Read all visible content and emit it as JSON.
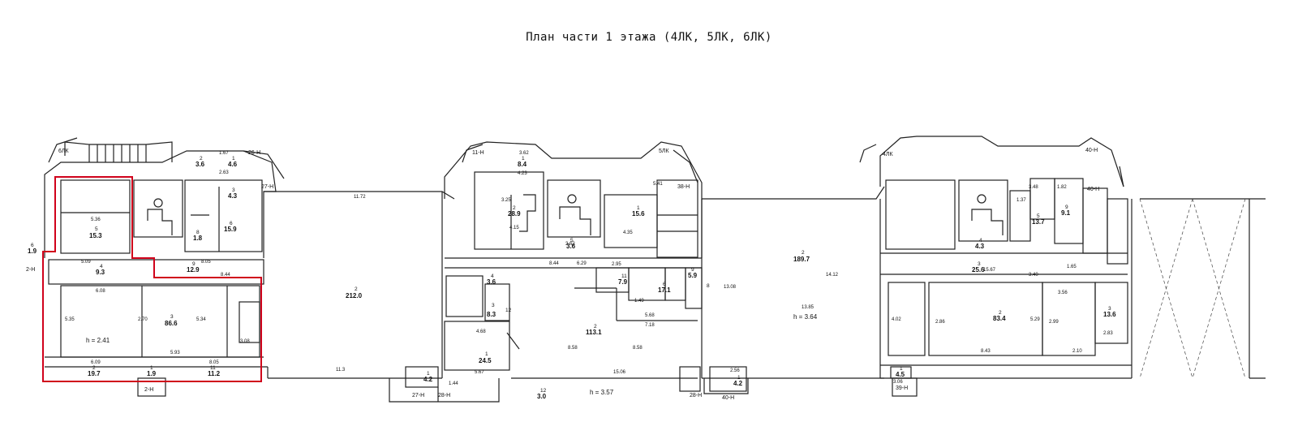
{
  "title": "План части 1 этажа (4ЛК, 5ЛК, 6ЛК)",
  "highlight_color": "#d0021b",
  "line_color": "#222222",
  "stairs": [
    {
      "id": "6lk",
      "label": "6ЛК"
    },
    {
      "id": "5lk",
      "label": "5ЛК"
    },
    {
      "id": "4lk",
      "label": "4ЛК"
    }
  ],
  "exits": {
    "e2h_left": "2-Н",
    "e2h_bottom": "2-Н",
    "e26h": "26-Н",
    "e27h_top": "27-Н",
    "e11h": "11-Н",
    "e38h": "38-Н",
    "e27h_bottom": "27-Н",
    "e28h_a": "28-Н",
    "e28h_b": "28-Н",
    "e40h_bottom": "40-Н",
    "e40h_top": "40-Н",
    "e40h_right": "40-Н",
    "e39h": "39-Н"
  },
  "rooms": {
    "r5": {
      "num": "5",
      "area": "15.3"
    },
    "r4a": {
      "num": "4",
      "area": "9.3"
    },
    "r3a": {
      "num": "3",
      "area": "86.6"
    },
    "r2a": {
      "num": "2",
      "area": "19.7"
    },
    "r1a": {
      "num": "1",
      "area": "1.9"
    },
    "r11a": {
      "num": "11",
      "area": "11.2"
    },
    "r9a": {
      "num": "9",
      "area": "12.9"
    },
    "r6a": {
      "num": "6",
      "area": "15.9"
    },
    "r3b": {
      "num": "3",
      "area": "4.3"
    },
    "r2b": {
      "num": "2",
      "area": "3.6"
    },
    "r1b": {
      "num": "1",
      "area": "4.6"
    },
    "r8a": {
      "num": "8",
      "area": "1.8"
    },
    "r6b": {
      "num": "6",
      "area": "1.9"
    },
    "rbig1": {
      "num": "2",
      "area": "212.0"
    },
    "r2c": {
      "num": "2",
      "area": "28.9"
    },
    "r1c": {
      "num": "1",
      "area": "8.4"
    },
    "r5b": {
      "num": "5",
      "area": "3.6"
    },
    "r4b": {
      "num": "4",
      "area": "3.6"
    },
    "r12": {
      "num": "12",
      "area": ""
    },
    "r3c": {
      "num": "3",
      "area": "8.3"
    },
    "r1d": {
      "num": "1",
      "area": "24.5"
    },
    "r1e": {
      "num": "1",
      "area": "4.2"
    },
    "r2d": {
      "num": "2",
      "area": "113.1"
    },
    "r11b": {
      "num": "11",
      "area": "7.9"
    },
    "r6c": {
      "num": "6",
      "area": "17.1"
    },
    "r1f": {
      "num": "1",
      "area": "15.6"
    },
    "r9b": {
      "num": "9",
      "area": "5.9"
    },
    "r8b": {
      "num": "8",
      "area": ""
    },
    "r1g": {
      "num": "1",
      "area": "4.2"
    },
    "rbig2": {
      "num": "2",
      "area": "189.7"
    },
    "r3d": {
      "num": "3",
      "area": "25.6"
    },
    "r2e": {
      "num": "2",
      "area": "83.4"
    },
    "r9c": {
      "num": "9",
      "area": "9.1"
    },
    "r5c": {
      "num": "5",
      "area": "13.7"
    },
    "r4c": {
      "num": "4",
      "area": "4.3"
    },
    "r3e": {
      "num": "3",
      "area": "13.6"
    },
    "r12b": {
      "num": "12",
      "area": "3.0"
    },
    "r1h": {
      "num": "1",
      "area": "4.5"
    }
  },
  "heights": {
    "h1": "h = 2.41",
    "h2": "h = 3.64",
    "h3": "h = 3.57"
  },
  "dims": {
    "d1": "5.36",
    "d2": "5.09",
    "d3": "6.08",
    "d4": "5.35",
    "d5": "2.70",
    "d6": "5.34",
    "d7": "5.93",
    "d8": "6.09",
    "d9": "8.05",
    "d10": "3.08",
    "d11": "8.05",
    "d12": "8.44",
    "d13": "11.72",
    "d14": "11.3",
    "d15": "3.25",
    "d16": "4.15",
    "d17": "4.23",
    "d18": "3.62",
    "d19": "8.44",
    "d20": "6.29",
    "d21": "4.68",
    "d22": "5.67",
    "d23": "15.06",
    "d24": "7.18",
    "d25": "5.68",
    "d26": "4.35",
    "d27": "5.41",
    "d28": "2.95",
    "d29": "1.49",
    "d30": "13.85",
    "d31": "14.12",
    "d32": "15.67",
    "d33": "3.40",
    "d34": "8.43",
    "d35": "3.56",
    "d36": "2.83",
    "d37": "2.10",
    "d38": "4.02",
    "d39": "2.86",
    "d40": "5.29",
    "d41": "2.99",
    "d42": "1.65",
    "d43": "3.62",
    "d44": "1.67",
    "d45": "2.63",
    "d46": "8.58",
    "d47": "8.58",
    "d48": "2.56",
    "d49": "3.06",
    "d50": "1.44",
    "d51": "13.08",
    "d52": "1.37",
    "d53": "1.82",
    "d54": "3.48"
  }
}
